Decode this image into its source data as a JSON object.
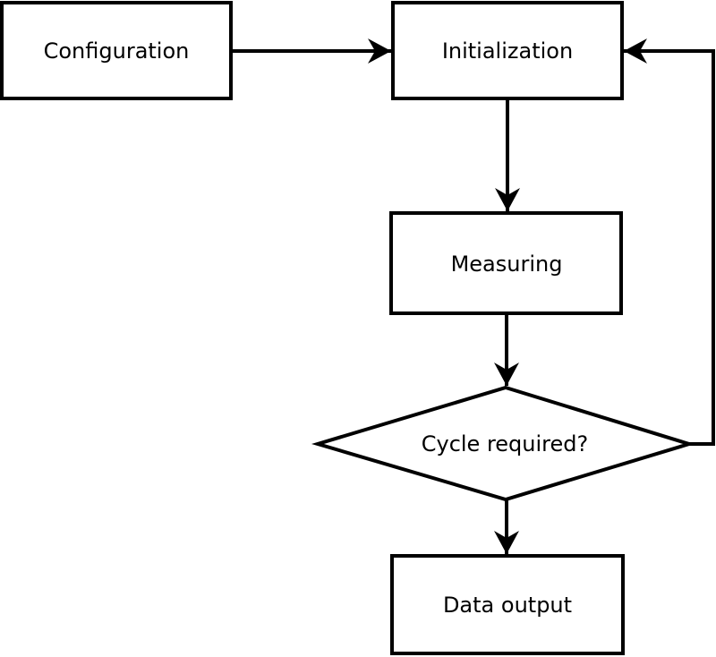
{
  "diagram": {
    "type": "flowchart",
    "background_color": "#ffffff",
    "stroke_color": "#000000",
    "text_color": "#000000",
    "nodes": [
      {
        "id": "configuration",
        "shape": "rectangle",
        "label": "Configuration"
      },
      {
        "id": "initialization",
        "shape": "rectangle",
        "label": "Initialization"
      },
      {
        "id": "measuring",
        "shape": "rectangle",
        "label": "Measuring"
      },
      {
        "id": "cycle-required",
        "shape": "diamond",
        "label": "Cycle required?"
      },
      {
        "id": "data-output",
        "shape": "rectangle",
        "label": "Data output"
      }
    ],
    "edges": [
      {
        "from": "configuration",
        "to": "initialization",
        "style": "arrow"
      },
      {
        "from": "initialization",
        "to": "measuring",
        "style": "arrow"
      },
      {
        "from": "measuring",
        "to": "cycle-required",
        "style": "arrow"
      },
      {
        "from": "cycle-required",
        "to": "data-output",
        "style": "arrow"
      },
      {
        "from": "cycle-required",
        "to": "initialization",
        "style": "arrow-loop-right"
      }
    ]
  }
}
